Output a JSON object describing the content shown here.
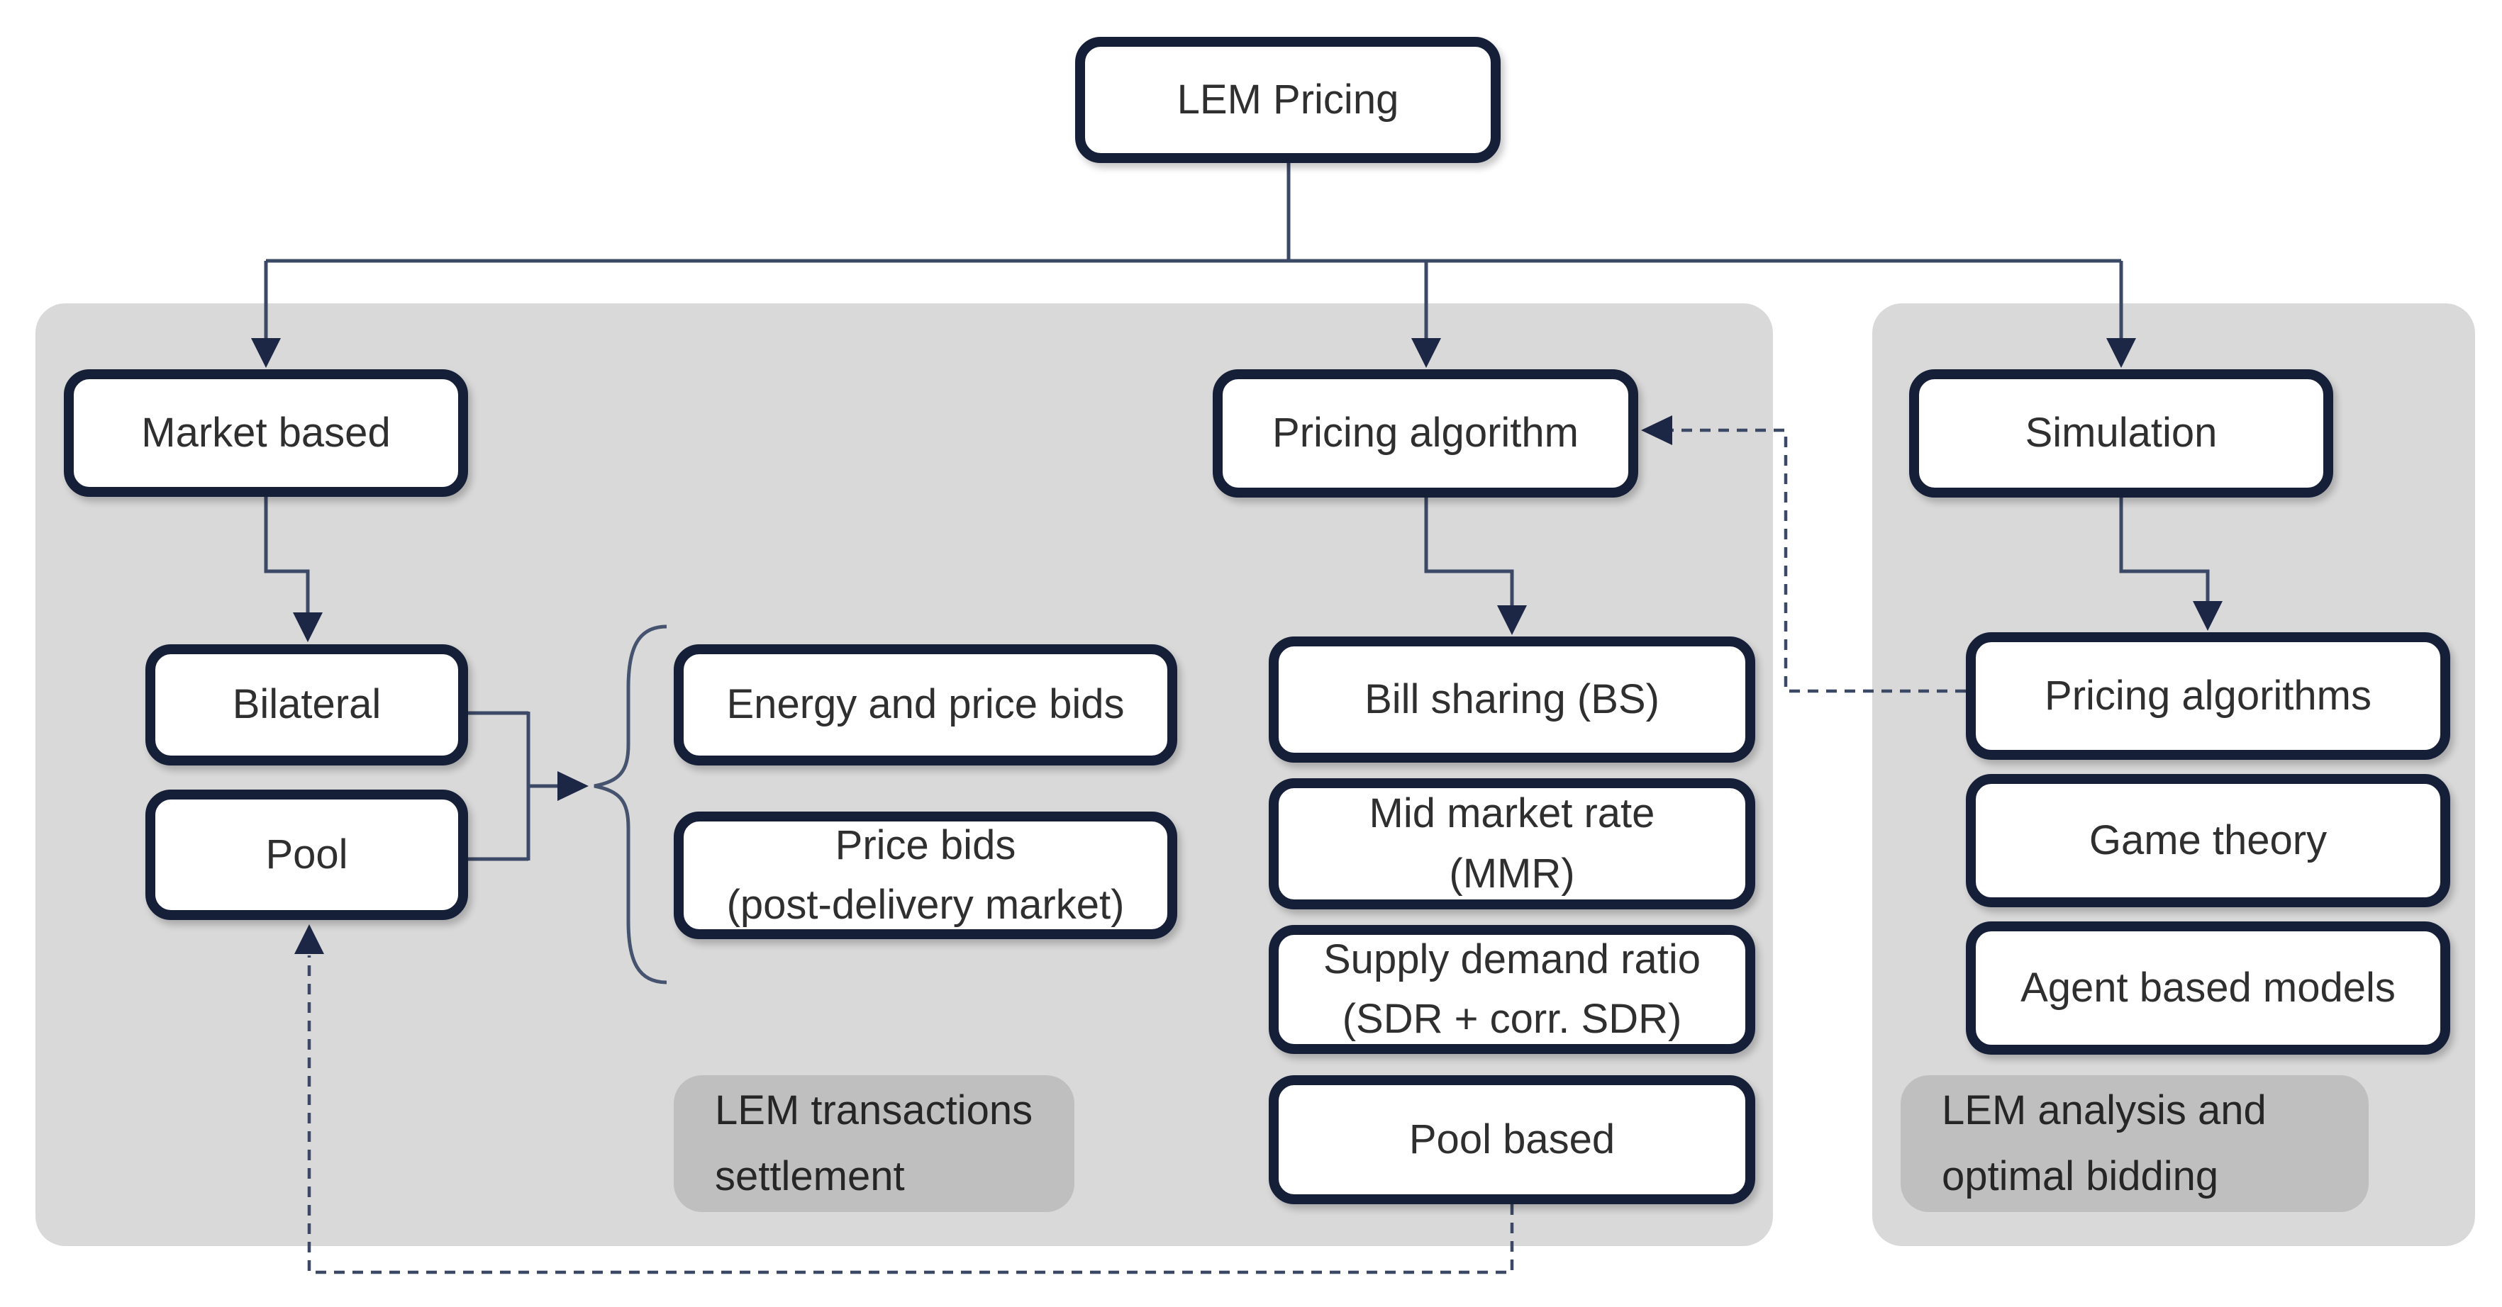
{
  "nodes": {
    "lem_pricing": "LEM Pricing",
    "market_based": "Market based",
    "pricing_algorithm": "Pricing algorithm",
    "simulation": "Simulation",
    "bilateral": "Bilateral",
    "pool": "Pool",
    "energy_price_bids": "Energy and price bids",
    "price_bids": "Price bids\n(post-delivery market)",
    "bill_sharing": "Bill sharing (BS)",
    "mid_market_rate": "Mid market rate\n(MMR)",
    "supply_demand_ratio": "Supply demand ratio\n(SDR + corr. SDR)",
    "pool_based": "Pool based",
    "pricing_algorithms": "Pricing algorithms",
    "game_theory": "Game theory",
    "agent_based_models": "Agent based models"
  },
  "notes": {
    "transactions": "LEM transactions\nsettlement",
    "analysis": "LEM analysis and\noptimal bidding"
  },
  "colors": {
    "node_border": "#161f38",
    "node_fill": "#ffffff",
    "panel_bg": "#d9d9d9",
    "note_bg": "#bfbfbf",
    "connector": "#3b4866",
    "arrow_fill": "#1b2745",
    "text": "#2f2f2f"
  }
}
